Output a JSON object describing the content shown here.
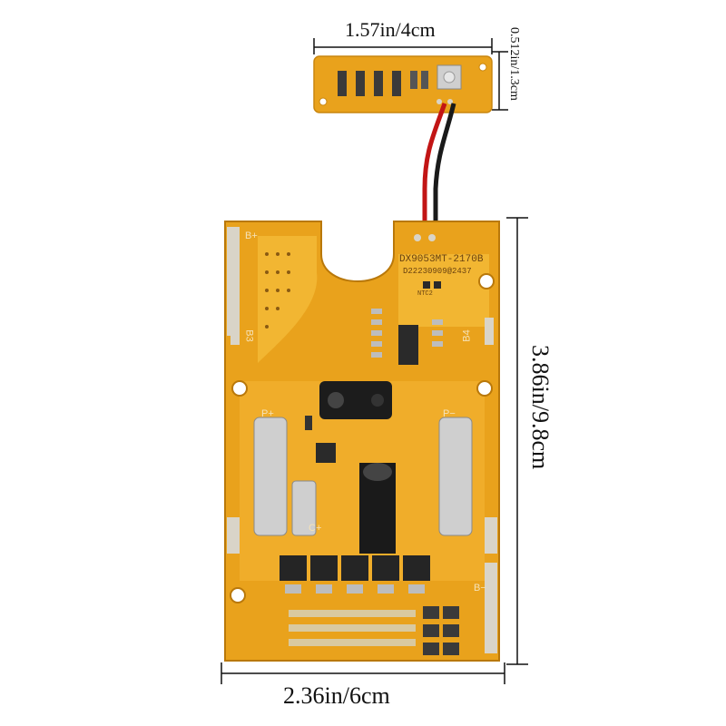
{
  "dimensions": {
    "small_board_width": "1.57in/4cm",
    "small_board_height": "0.512in/1.3cm",
    "main_board_height": "3.86in/9.8cm",
    "main_board_width": "2.36in/6cm"
  },
  "main_board": {
    "model": "DX9053MT-2170B",
    "date_code": "D22230909@2437",
    "pads": {
      "b_plus": "B+",
      "b_minus": "B−",
      "b3": "B3",
      "b4": "B4",
      "p_plus": "P+",
      "p_minus": "P−",
      "c_plus": "C+",
      "ntc": "NTC2"
    }
  },
  "colors": {
    "pcb": "#e9a21c",
    "pcb_trace": "#f2b632",
    "pcb_dark": "#c9860f",
    "copper_pad": "#d9d4c8",
    "dim_line": "#111111",
    "wire_red": "#c21515",
    "wire_black": "#1a1a1a"
  }
}
